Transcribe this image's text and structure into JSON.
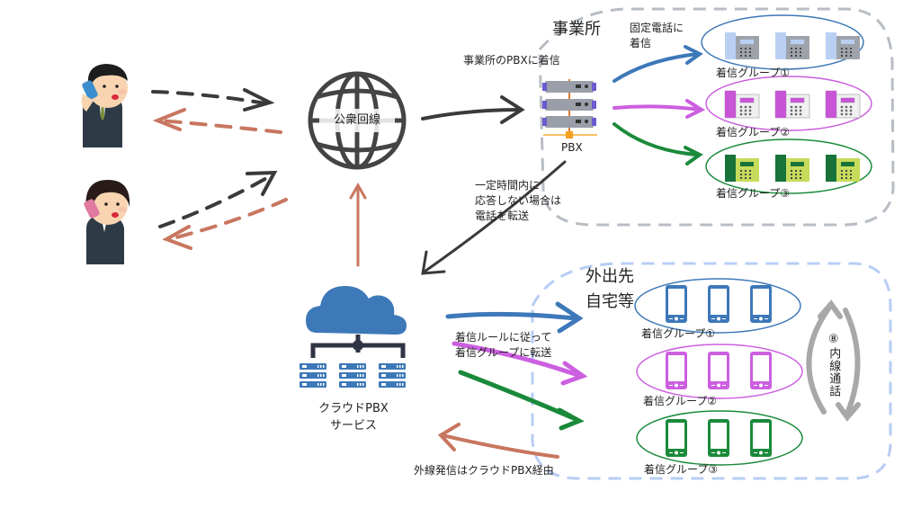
{
  "colors": {
    "blue": "#3d78b8",
    "purple": "#cc5fe0",
    "green": "#1a8a3a",
    "dark_arrow": "#3a3a3a",
    "brown_arrow": "#c8765f",
    "office_border": "#b8bdc4",
    "remote_border": "#b7cdf5",
    "cloud": "#3d78b8",
    "gray_arrow": "#a8a8a8",
    "desk_phone_1_handset": "#b9d0f2",
    "desk_phone_2_handset": "#c755d6",
    "desk_phone_3_handset": "#17733a",
    "desk_phone_3_body": "#c7db5a"
  },
  "callers": [
    {
      "name": "male-caller",
      "phone_color": "#3d8ecf"
    },
    {
      "name": "female-caller",
      "phone_color": "#e07aa0"
    }
  ],
  "public_network": {
    "label": "公衆回線"
  },
  "office": {
    "title": "事業所",
    "incoming_label": "事業所のPBXに着信",
    "fixed_phone_label": [
      "固定電話に",
      "着信"
    ],
    "pbx_label": "PBX",
    "groups": [
      {
        "label": "着信グループ①",
        "phones": 3
      },
      {
        "label": "着信グループ②",
        "phones": 3
      },
      {
        "label": "着信グループ③",
        "phones": 3
      }
    ]
  },
  "forward_note": [
    "一定時間内に",
    "応答しない場合は",
    "電話を転送"
  ],
  "cloud_pbx": {
    "label": [
      "クラウドPBX",
      "サービス"
    ]
  },
  "routing_note": [
    "着信ルールに従って",
    "着信グループに転送"
  ],
  "outbound_note": "外線発信はクラウドPBX経由",
  "remote": {
    "title": [
      "外出先",
      "自宅等"
    ],
    "groups": [
      {
        "label": "着信グループ①",
        "phones": 3
      },
      {
        "label": "着信グループ②",
        "phones": 3
      },
      {
        "label": "着信グループ③",
        "phones": 3
      }
    ],
    "extension_label": "⑧内線通話"
  }
}
